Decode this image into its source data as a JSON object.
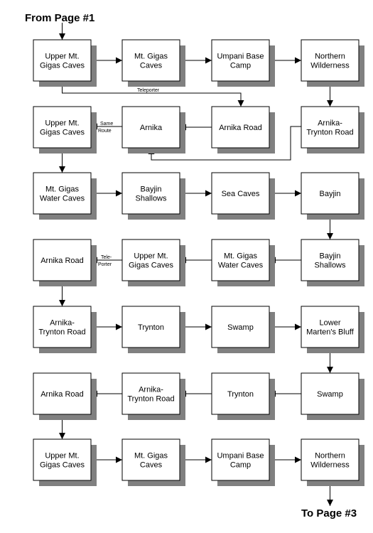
{
  "labels": {
    "start": "From Page #1",
    "end": "To Page #3",
    "teleporter": "Teleporter",
    "same_route": [
      "Same",
      "Route"
    ],
    "teleporter_split": [
      "Tele-",
      "Porter"
    ]
  },
  "rows": [
    [
      [
        "Upper Mt.",
        "Gigas Caves"
      ],
      [
        "Mt. Gigas",
        "Caves"
      ],
      [
        "Umpani Base",
        "Camp"
      ],
      [
        "Northern",
        "Wilderness"
      ]
    ],
    [
      [
        "Upper Mt.",
        "Gigas Caves"
      ],
      [
        "Arnika"
      ],
      [
        "Arnika Road"
      ],
      [
        "Arnika-",
        "Trynton Road"
      ]
    ],
    [
      [
        "Mt. Gigas",
        "Water Caves"
      ],
      [
        "Bayjin",
        "Shallows"
      ],
      [
        "Sea Caves"
      ],
      [
        "Bayjin"
      ]
    ],
    [
      [
        "Arnika Road"
      ],
      [
        "Upper Mt.",
        "Gigas Caves"
      ],
      [
        "Mt. Gigas",
        "Water Caves"
      ],
      [
        "Bayjin",
        "Shallows"
      ]
    ],
    [
      [
        "Arnika-",
        "Trynton Road"
      ],
      [
        "Trynton"
      ],
      [
        "Swamp"
      ],
      [
        "Lower",
        "Marten's Bluff"
      ]
    ],
    [
      [
        "Arnika Road"
      ],
      [
        "Arnika-",
        "Trynton Road"
      ],
      [
        "Trynton"
      ],
      [
        "Swamp"
      ]
    ],
    [
      [
        "Upper Mt.",
        "Gigas Caves"
      ],
      [
        "Mt. Gigas",
        "Caves"
      ],
      [
        "Umpani Base",
        "Camp"
      ],
      [
        "Northern",
        "Wilderness"
      ]
    ]
  ]
}
